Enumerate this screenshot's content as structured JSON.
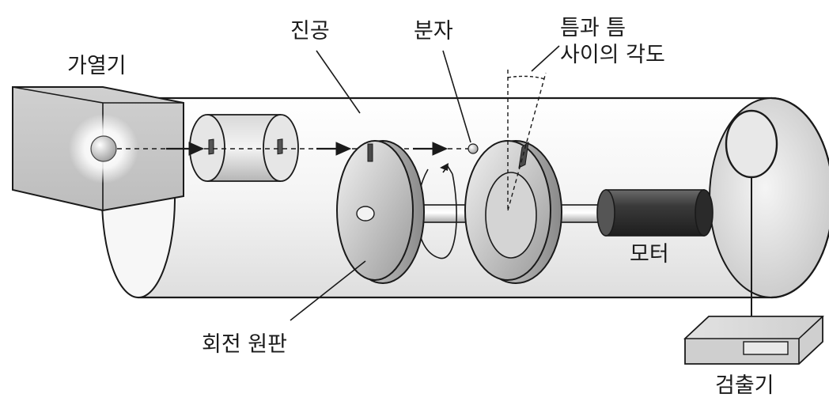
{
  "labels": {
    "heater": "가열기",
    "vacuum": "진공",
    "molecule": "분자",
    "slit_angle_line1": "틈과 틈",
    "slit_angle_line2": "사이의 각도",
    "motor": "모터",
    "rotating_disks": "회전 원판",
    "detector": "검출기"
  },
  "colors": {
    "stroke": "#1a1a1a",
    "tube_fill": "#f2f2f2",
    "metal_light": "#e6e6e6",
    "metal_mid": "#bdbdbd",
    "metal_dark": "#8c8c8c",
    "motor_dark": "#333333",
    "glow": "#ffffff"
  }
}
